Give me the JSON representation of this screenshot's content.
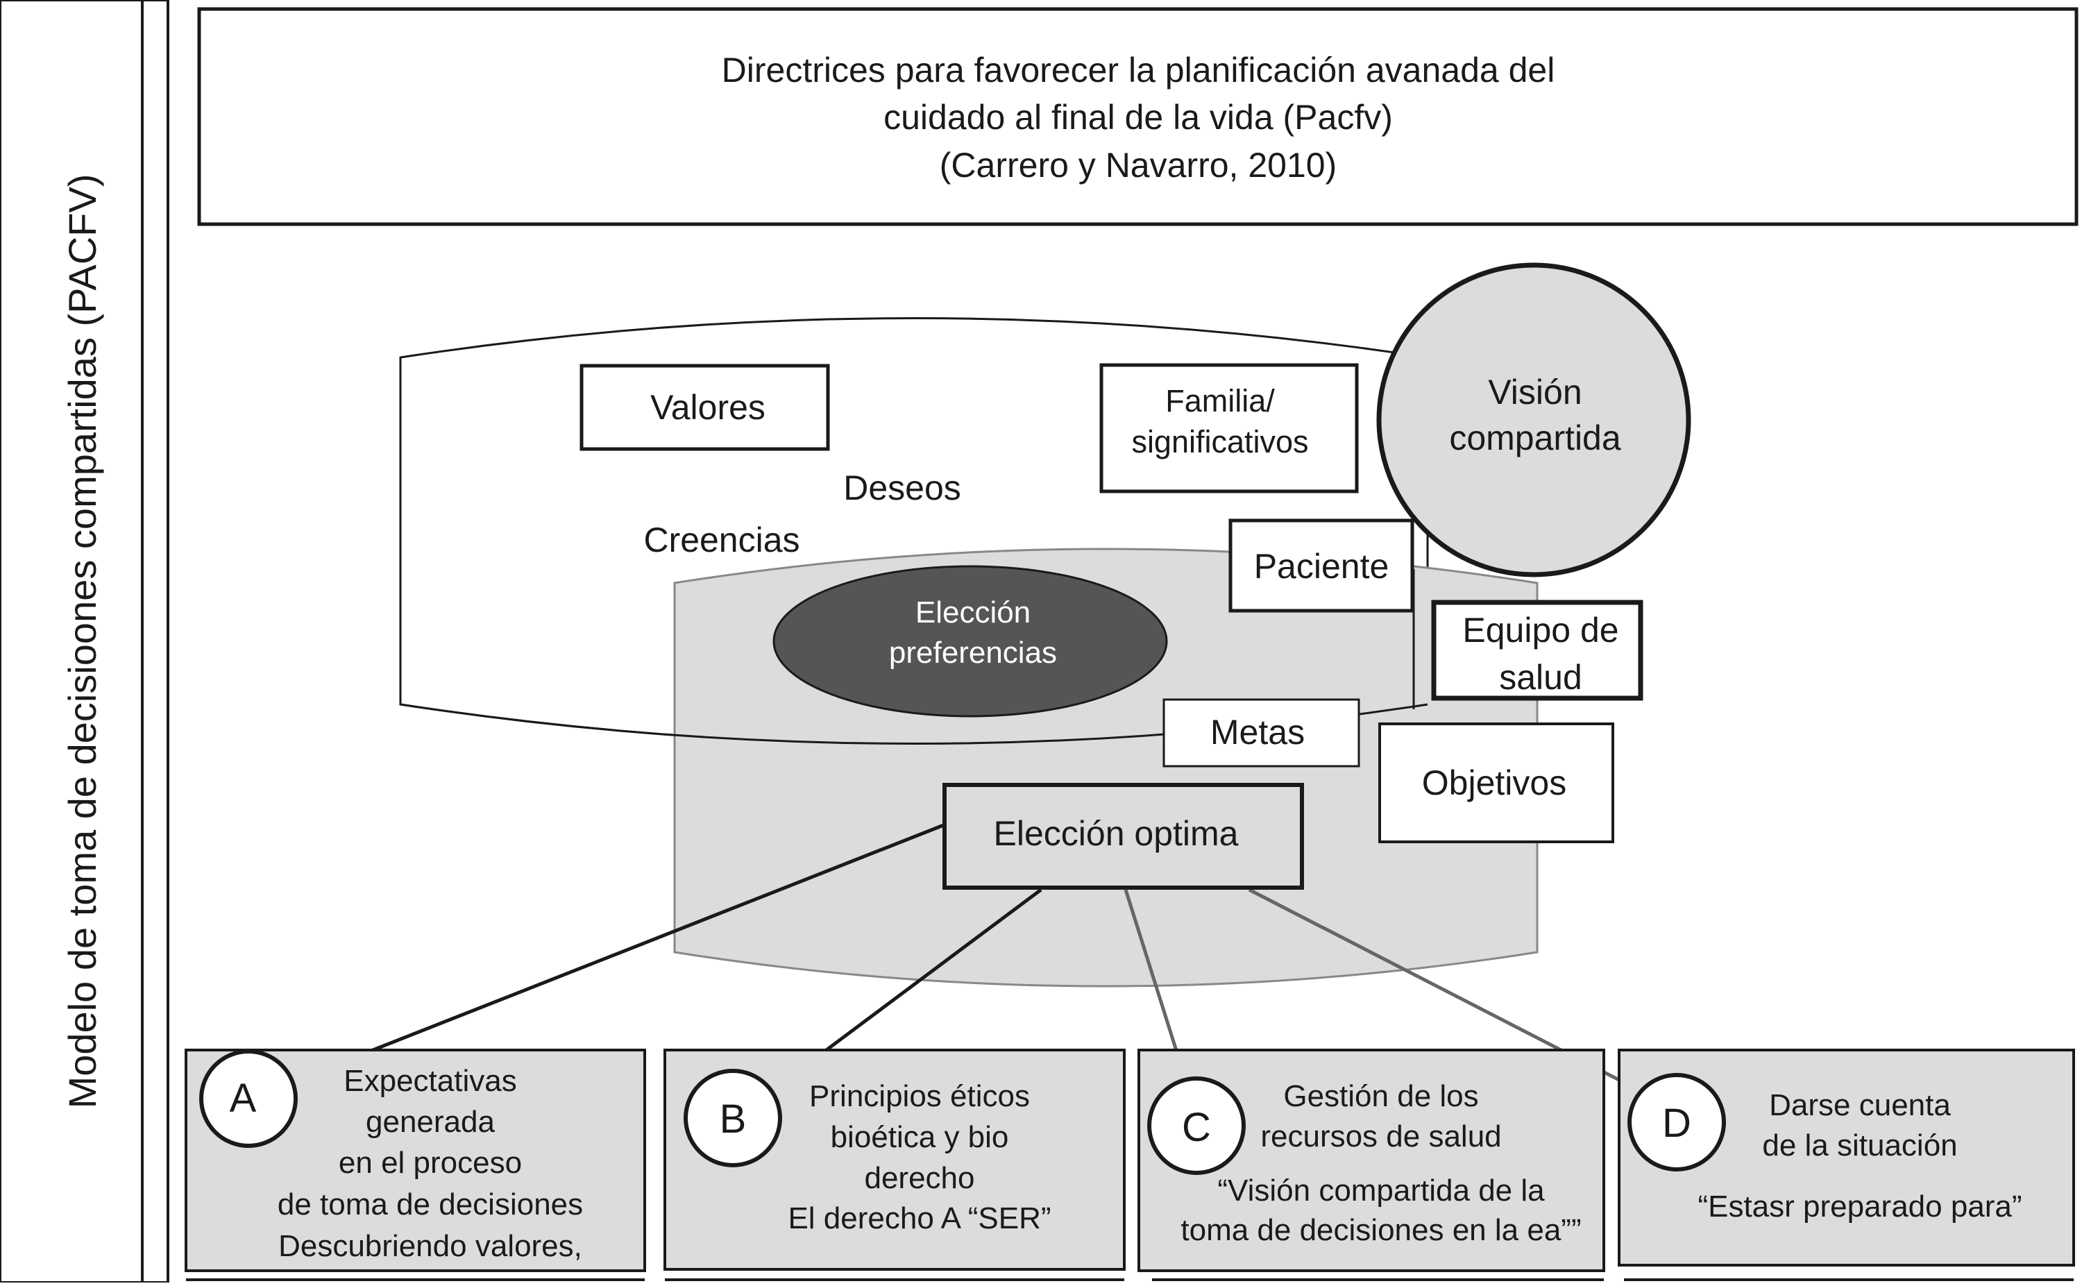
{
  "sidebar": {
    "label": "Modelo de toma de decisioones compartidas (PACFV)"
  },
  "header": {
    "line1": "Directrices para favorecer la planificación avanada del",
    "line2": "cuidado al final de la vida (Pacfv)",
    "line3": "(Carrero y Navarro, 2010)"
  },
  "diagram": {
    "valores": "Valores",
    "familia_line1": "Familia/",
    "familia_line2": "significativos",
    "vision_line1": "Visión",
    "vision_line2": "compartida",
    "deseos": "Deseos",
    "creencias": "Creencias",
    "paciente": "Paciente",
    "equipo_line1": "Equipo de",
    "equipo_line2": "salud",
    "eleccion_pref_line1": "Elección",
    "eleccion_pref_line2": "preferencias",
    "metas": "Metas",
    "objetivos": "Objetivos",
    "eleccion_optima": "Elección optima"
  },
  "bottom": {
    "a": {
      "letter": "A",
      "line1": "Expectativas",
      "line2": "generada",
      "line3": "en el proceso",
      "line4": "de toma de decisiones",
      "line5": "Descubriendo valores,"
    },
    "b": {
      "letter": "B",
      "line1": "Principios éticos",
      "line2": "bioética y bio",
      "line3": "derecho",
      "line4": "El derecho A “SER”"
    },
    "c": {
      "letter": "C",
      "line1": "Gestión de los",
      "line2": "recursos de salud",
      "line3": "“Visión compartida de la",
      "line4": "toma de decisiones en la ea””"
    },
    "d": {
      "letter": "D",
      "line1": "Darse cuenta",
      "line2": "de la situación",
      "line3": "“Estasr preparado para”"
    }
  },
  "colors": {
    "gray_fill": "#dcdcdc",
    "dark_ellipse": "#555555",
    "stroke": "#1a1a1a"
  }
}
